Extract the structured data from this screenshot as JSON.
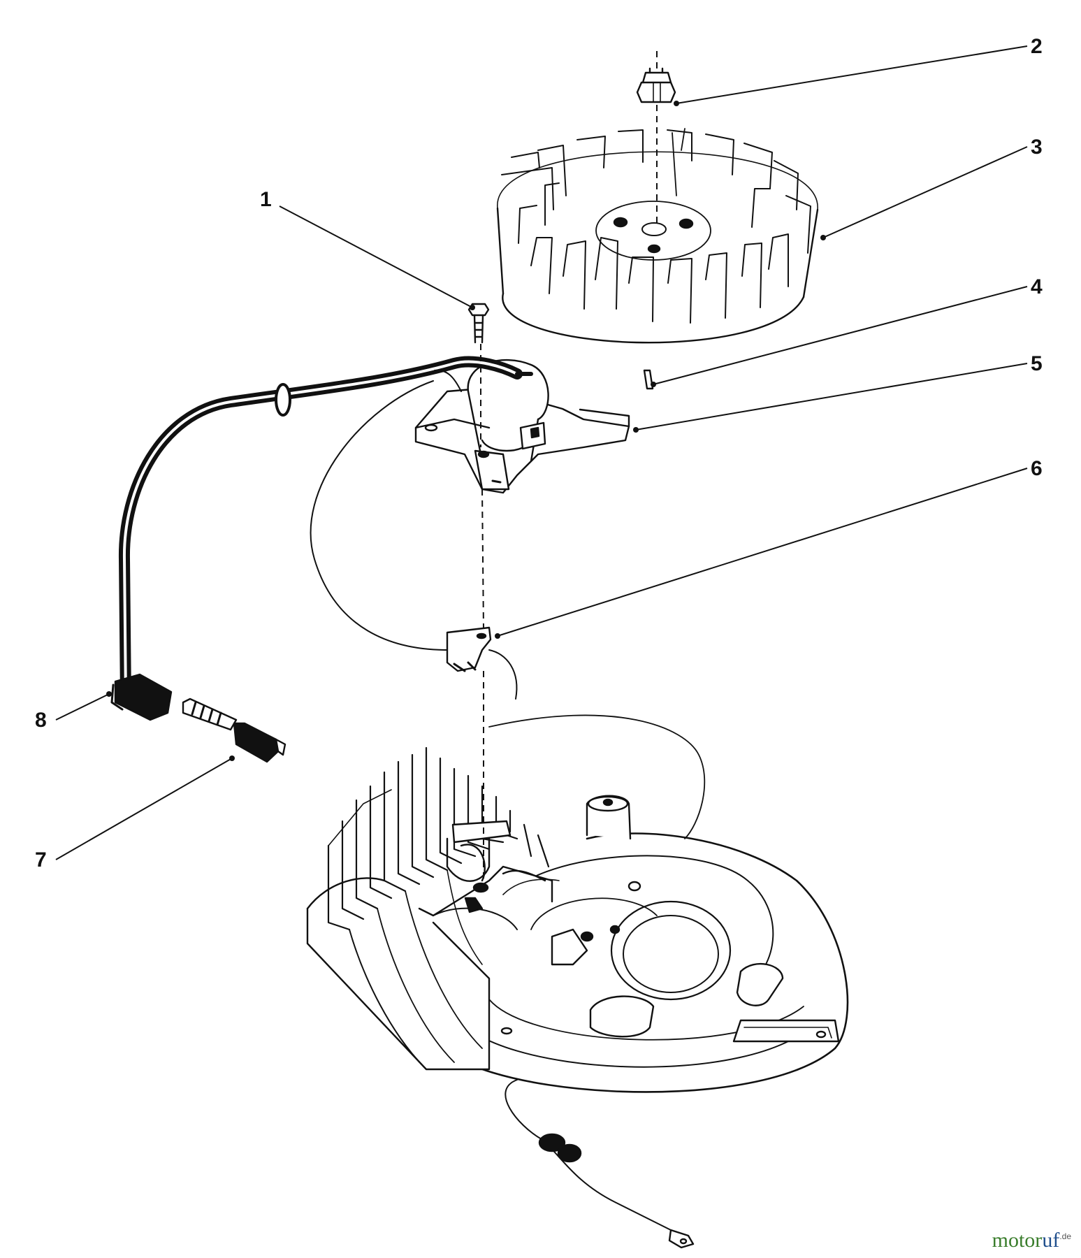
{
  "callouts": [
    "1",
    "2",
    "3",
    "4",
    "5",
    "6",
    "7",
    "8"
  ],
  "watermark": {
    "part1": "motor",
    "part2": "uf",
    "suffix": ".de"
  },
  "colors": {
    "line": "#111111",
    "background": "#ffffff",
    "watermark_green": "#3a7d2c",
    "watermark_blue": "#1f4e8c"
  }
}
